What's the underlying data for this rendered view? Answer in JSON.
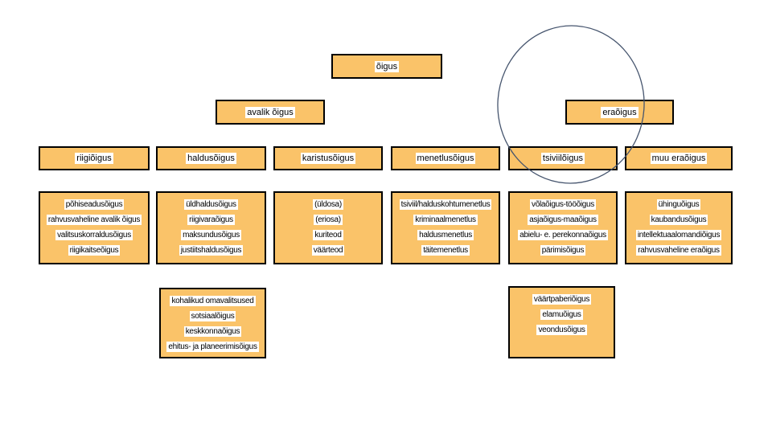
{
  "colors": {
    "box_fill": "#fac369",
    "box_border": "#000000",
    "text": "#000000",
    "text_highlight": "#ffffff",
    "ellipse_stroke": "#46556e"
  },
  "tree": {
    "root": {
      "label": "õigus"
    },
    "level2": {
      "avalik": {
        "label": "avalik õigus"
      },
      "era": {
        "label": "eraõigus"
      }
    },
    "level3": [
      {
        "label": "riigiõigus"
      },
      {
        "label": "haldusõigus"
      },
      {
        "label": "karistusõigus"
      },
      {
        "label": "menetlusõigus"
      },
      {
        "label": "tsiviilõigus"
      },
      {
        "label": "muu eraõigus"
      }
    ],
    "level4": [
      {
        "lines": [
          "põhiseadusõigus",
          "rahvusvaheline avalik õigus",
          "valitsuskorraldusõigus",
          "riigikaitseõigus"
        ]
      },
      {
        "lines": [
          "üldhaldusõigus",
          "riigivaraõigus",
          "maksundusõigus",
          "justiitshaldusõigus"
        ]
      },
      {
        "lines": [
          "(üldosa)",
          "(eriosa)",
          "kuriteod",
          "väärteod"
        ]
      },
      {
        "lines": [
          "tsiviil/halduskohtumenetlus",
          "kriminaalmenetlus",
          "haldusmenetlus",
          "täitemenetlus"
        ]
      },
      {
        "lines": [
          "võlaõigus-tööõigus",
          "asjaõigus-maaõigus",
          "abielu- e. perekonnaõigus",
          "pärimisõigus"
        ]
      },
      {
        "lines": [
          "ühinguõigus",
          "kaubandusõigus",
          "intellektuaalomandiõigus",
          "rahvusvaheline eraõigus"
        ]
      }
    ],
    "level5": [
      {
        "lines": [
          "kohalikud omavalitsused",
          "sotsiaalõigus",
          "keskkonnaõigus",
          "ehitus- ja planeerimisõigus"
        ]
      },
      {
        "lines": [
          "väärtpaberiõigus",
          "elamuõigus",
          "veondusõigus"
        ]
      }
    ]
  },
  "annotation": {
    "shape": "ellipse",
    "encircles": [
      "eraõigus",
      "tsiviilõigus"
    ],
    "stroke_color": "#46556e"
  }
}
